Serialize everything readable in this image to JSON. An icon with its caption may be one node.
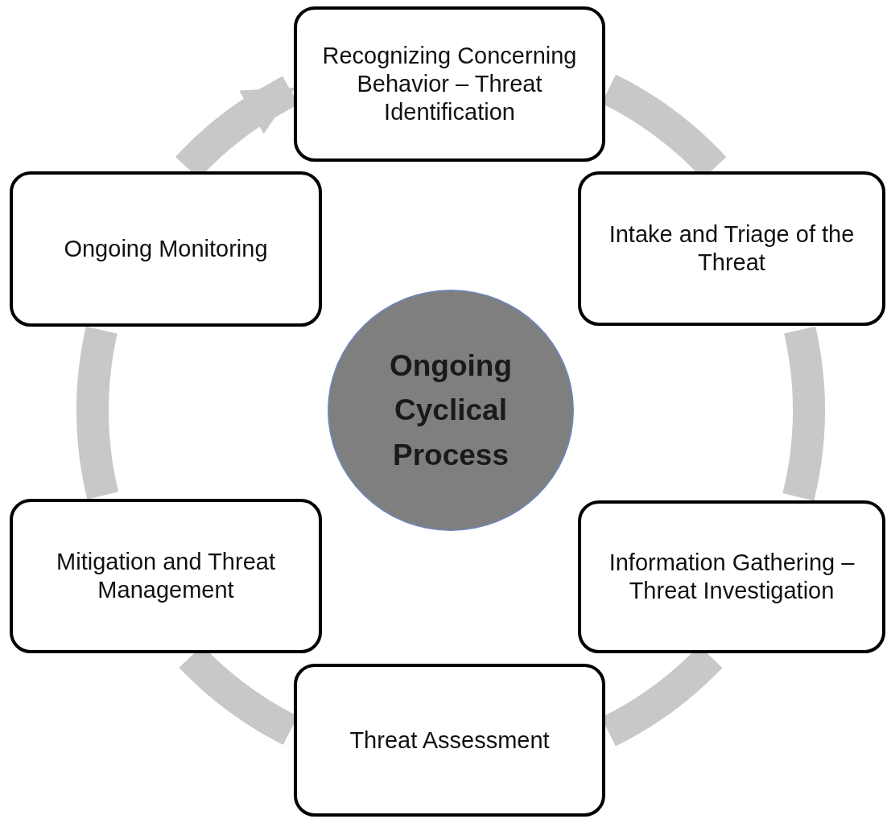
{
  "diagram": {
    "nodes": [
      {
        "text": [
          "Recognizing Concerning Behavior – Threat Identification"
        ]
      },
      {
        "text": [
          "Intake and Triage of the Threat"
        ]
      },
      {
        "text": [
          "Information Gathering – Threat Investigation"
        ]
      },
      {
        "text": [
          "Threat Assessment"
        ]
      },
      {
        "text": [
          "Mitigation and Threat Management"
        ]
      },
      {
        "text": [
          "Ongoing Monitoring"
        ]
      },
      {
        "text": [
          "Ongoing Cyclical Process"
        ]
      }
    ],
    "edges": [
      {
        "from": 0,
        "to": 1,
        "arrow": "none"
      },
      {
        "from": 1,
        "to": 2,
        "arrow": "none"
      },
      {
        "from": 2,
        "to": 3,
        "arrow": "none"
      },
      {
        "from": 3,
        "to": 4,
        "arrow": "none"
      },
      {
        "from": 4,
        "to": 5,
        "arrow": "none"
      },
      {
        "from": 5,
        "to": 0,
        "arrow": "to"
      }
    ]
  }
}
